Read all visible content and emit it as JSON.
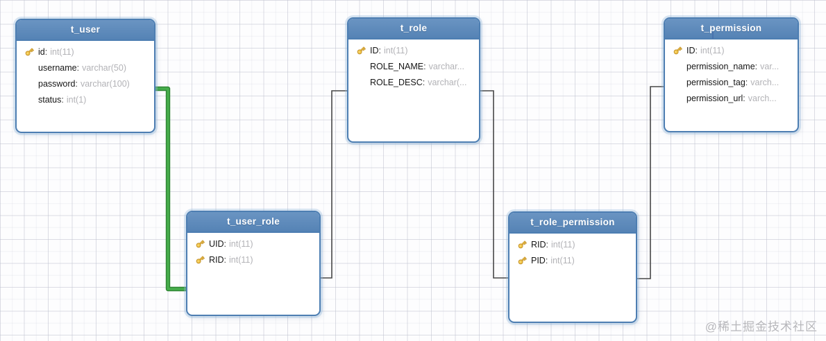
{
  "diagram_type": "er-diagram",
  "field_separator": ":",
  "tables": [
    {
      "title": "t_user",
      "fields": [
        {
          "name": "id",
          "type": "int(11)",
          "primary_key": true
        },
        {
          "name": "username",
          "type": "varchar(50)",
          "primary_key": false
        },
        {
          "name": "password",
          "type": "varchar(100)",
          "primary_key": false
        },
        {
          "name": "status",
          "type": "int(1)",
          "primary_key": false
        }
      ]
    },
    {
      "title": "t_role",
      "fields": [
        {
          "name": "ID",
          "type": "int(11)",
          "primary_key": true
        },
        {
          "name": "ROLE_NAME",
          "type": "varchar...",
          "primary_key": false
        },
        {
          "name": "ROLE_DESC",
          "type": "varchar(...",
          "primary_key": false
        }
      ]
    },
    {
      "title": "t_permission",
      "fields": [
        {
          "name": "ID",
          "type": "int(11)",
          "primary_key": true
        },
        {
          "name": "permission_name",
          "type": "var...",
          "primary_key": false
        },
        {
          "name": "permission_tag",
          "type": "varch...",
          "primary_key": false
        },
        {
          "name": "permission_url",
          "type": "varch...",
          "primary_key": false
        }
      ]
    },
    {
      "title": "t_user_role",
      "fields": [
        {
          "name": "UID",
          "type": "int(11)",
          "primary_key": true
        },
        {
          "name": "RID",
          "type": "int(11)",
          "primary_key": true
        }
      ]
    },
    {
      "title": "t_role_permission",
      "fields": [
        {
          "name": "RID",
          "type": "int(11)",
          "primary_key": true
        },
        {
          "name": "PID",
          "type": "int(11)",
          "primary_key": true
        }
      ]
    }
  ],
  "relationships": [
    {
      "from": "t_user",
      "to": "t_user_role",
      "color": "#47ae4c",
      "edge_color": "#2f8634",
      "highlighted": true
    },
    {
      "from": "t_role",
      "to": "t_user_role",
      "color": "#474747",
      "highlighted": false
    },
    {
      "from": "t_role",
      "to": "t_role_permission",
      "color": "#474747",
      "highlighted": false
    },
    {
      "from": "t_permission",
      "to": "t_role_permission",
      "color": "#474747",
      "highlighted": false
    }
  ],
  "colors": {
    "table_header": "#5583b5",
    "table_border": "#4d7eb2",
    "field_name": "#151515",
    "field_type": "#b2b2b6",
    "key_icon": "#f2c64a"
  },
  "watermark": "@稀土掘金技术社区"
}
